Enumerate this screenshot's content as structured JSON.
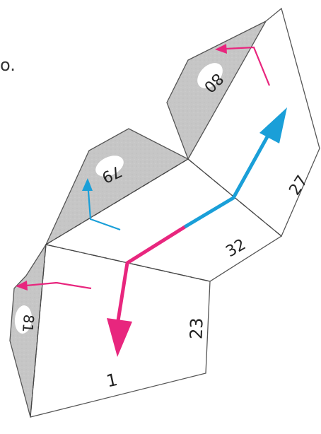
{
  "caption_fragment": "o.",
  "panel_labels": {
    "face_1": "1",
    "face_23": "23",
    "face_32": "32",
    "face_27": "27",
    "flap_79": "79",
    "flap_80": "80",
    "flap_81": "81"
  },
  "colors": {
    "flap_fill": "#c9c9c9",
    "outline": "#555555",
    "magenta": "#e8267e",
    "cyan": "#1a9fd8",
    "label_bg": "#ffffff"
  }
}
